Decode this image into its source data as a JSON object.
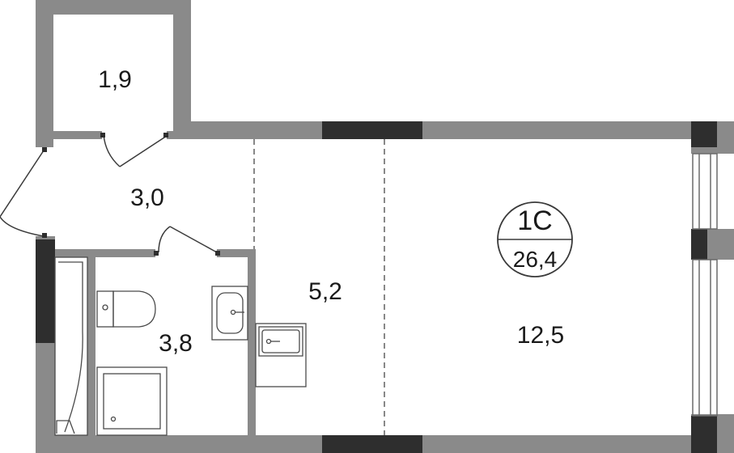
{
  "plan": {
    "apartment_type": "1С",
    "total_area": "26,4",
    "rooms": [
      {
        "id": "storage",
        "area": "1,9"
      },
      {
        "id": "hallway",
        "area": "3,0"
      },
      {
        "id": "bathroom",
        "area": "3,8"
      },
      {
        "id": "kitchen",
        "area": "5,2"
      },
      {
        "id": "living",
        "area": "12,5"
      }
    ],
    "colors": {
      "wall": "#8a8a8a",
      "window": "#2e2e2e",
      "line": "#3a3a3a",
      "text": "#1a1a1a"
    }
  }
}
